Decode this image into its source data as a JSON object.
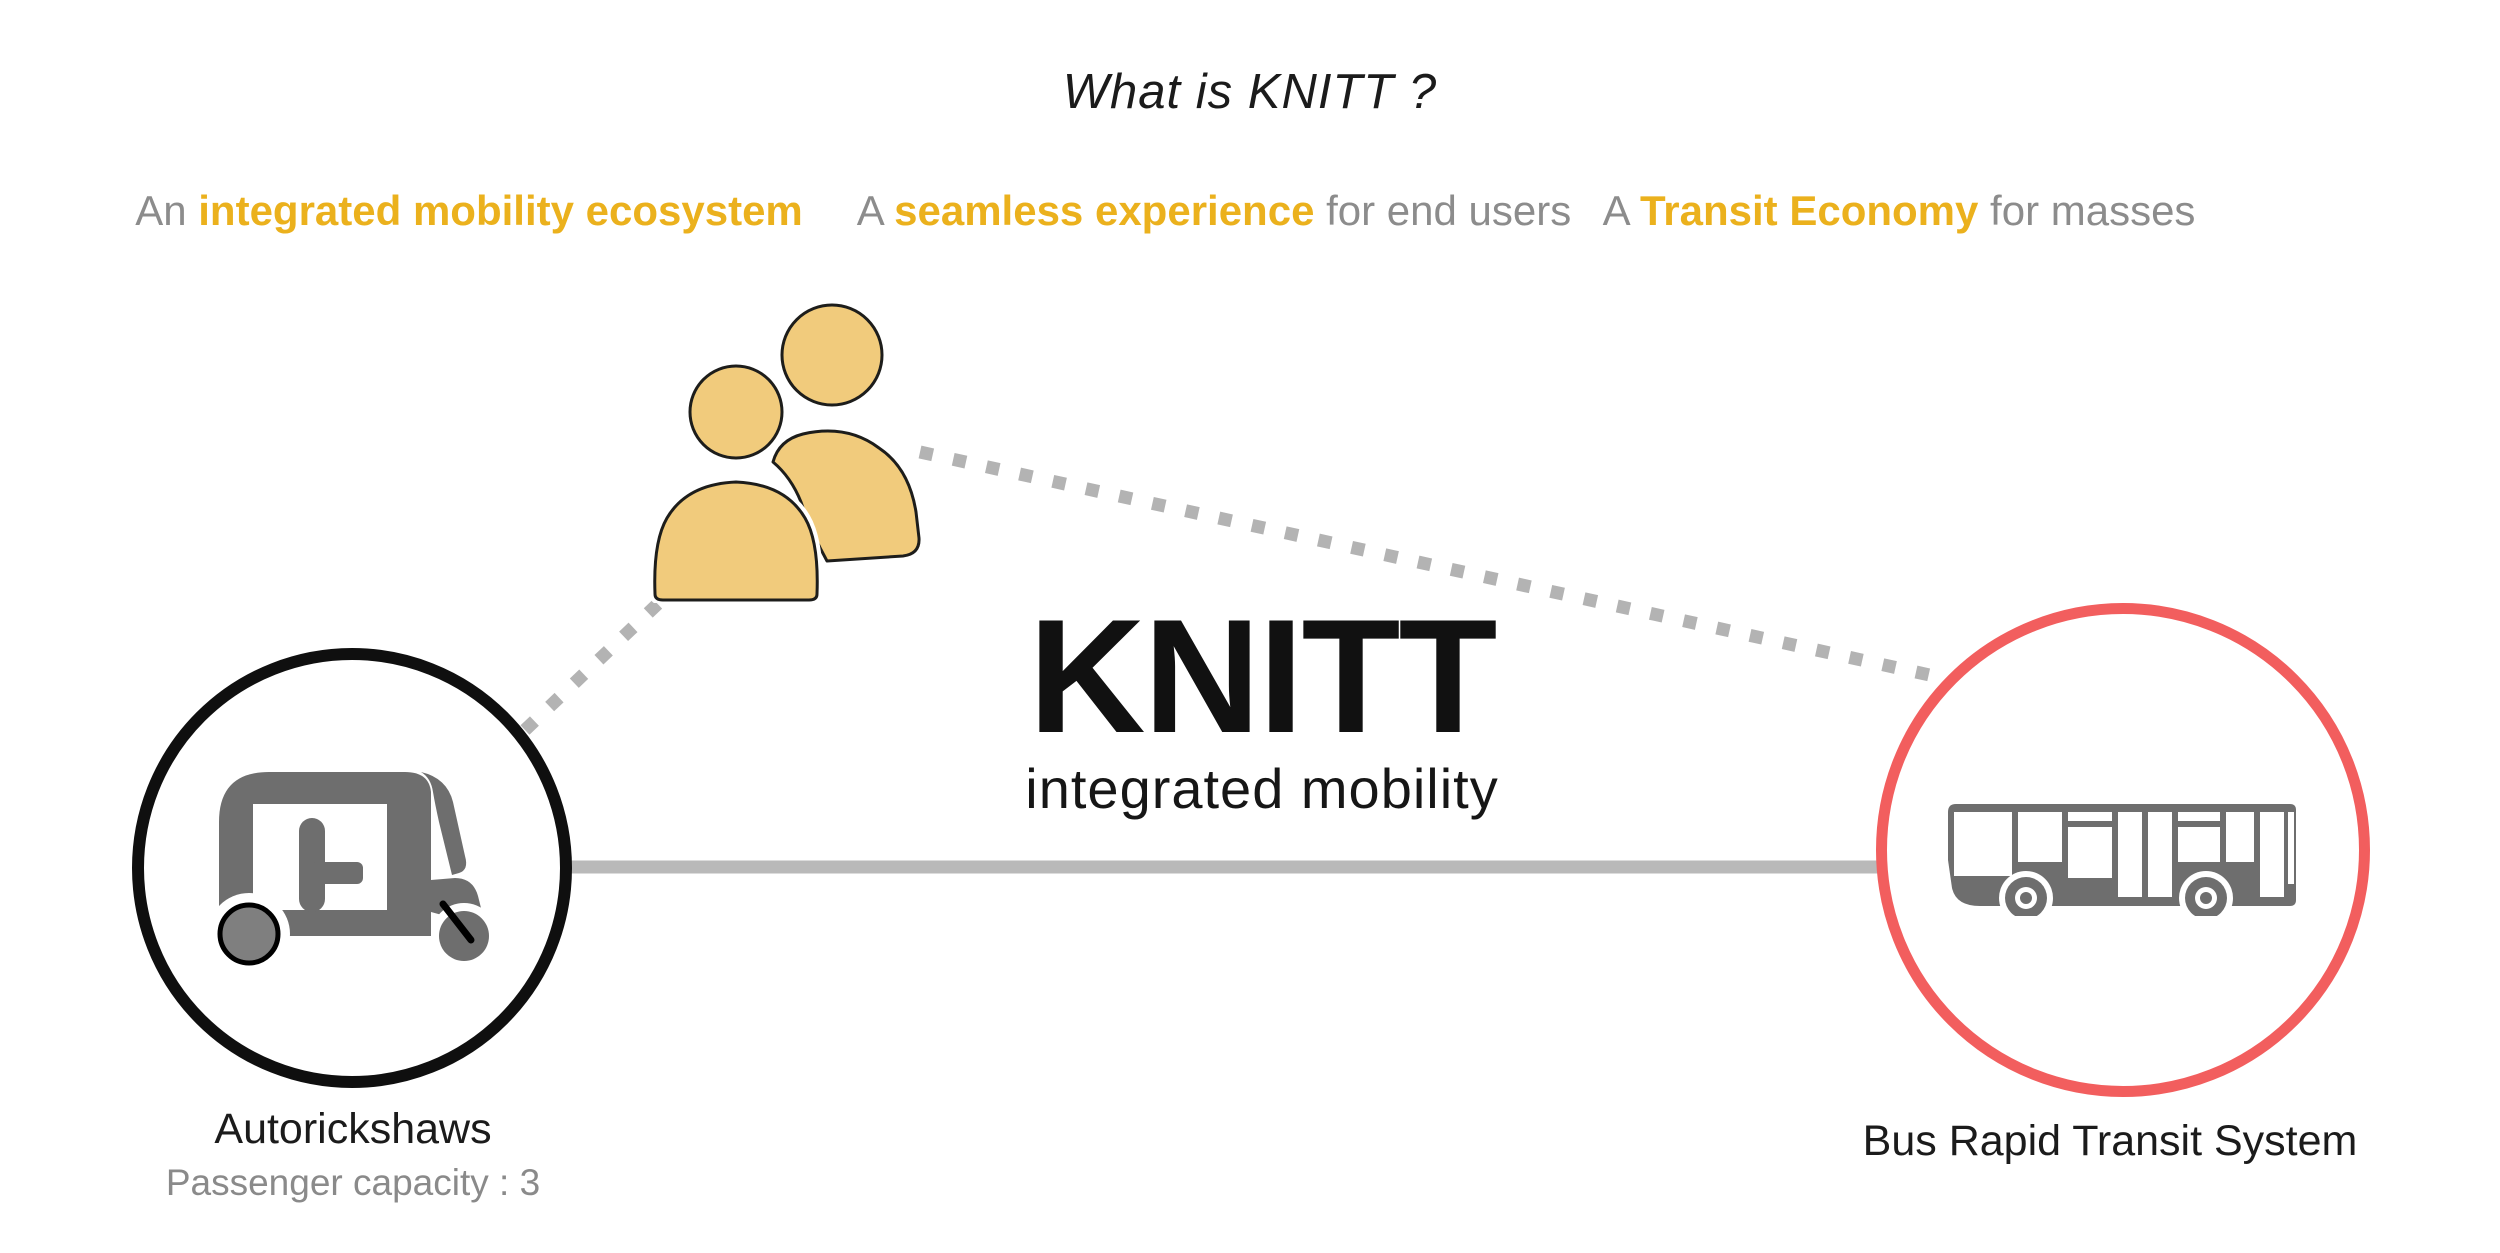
{
  "title": "What is KNITT ?",
  "taglines": [
    {
      "prefix": "An ",
      "highlight": "integrated mobility ecosystem",
      "suffix": ""
    },
    {
      "prefix": "A ",
      "highlight": "seamless experience",
      "suffix": " for end users"
    },
    {
      "prefix": "A ",
      "highlight": "Transit Economy",
      "suffix": " for masses"
    }
  ],
  "logo": {
    "name": "KNITT",
    "subtitle": "integrated mobility"
  },
  "nodes": {
    "autorickshaw": {
      "label": "Autorickshaws",
      "sublabel": "Passenger capacity : 3"
    },
    "bus": {
      "label": "Bus Rapid Transit System"
    },
    "users": {
      "icon": "people-icon"
    }
  },
  "colors": {
    "highlight_yellow": "#ebb11d",
    "muted_gray_text": "#8c8c8c",
    "people_fill": "#f1cb7c",
    "icon_gray": "#6e6e6e",
    "connector_gray": "#b3b3b3",
    "auto_circle_stroke": "#0f0f0f",
    "bus_circle_stroke": "#f25e5e"
  }
}
